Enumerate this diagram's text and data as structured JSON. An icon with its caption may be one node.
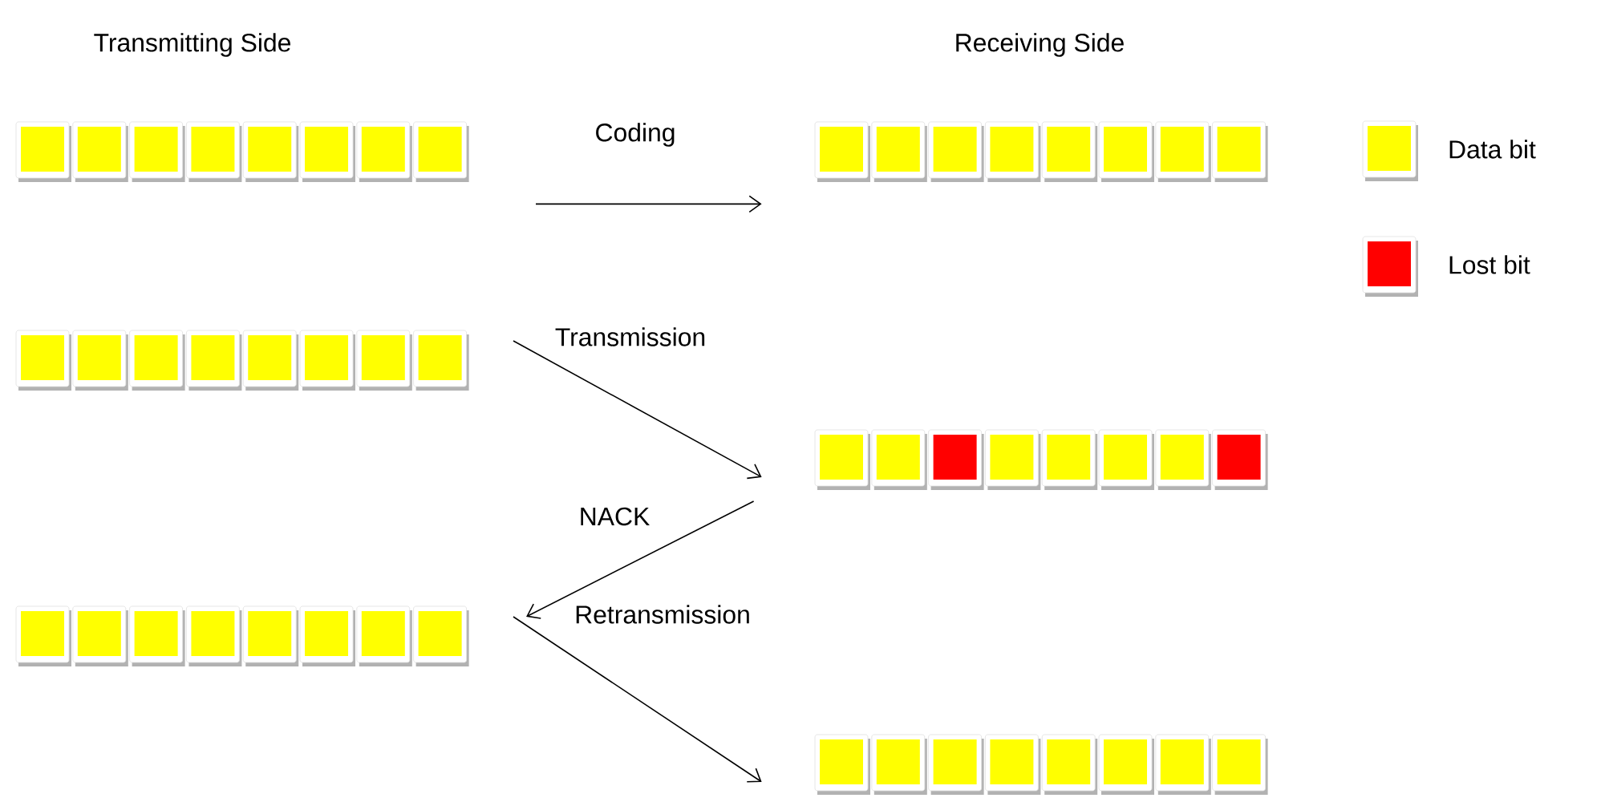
{
  "diagram": {
    "nodes": [
      {
        "text": [],
        "shape": "bar"
      },
      {
        "text": [],
        "shape": "bar"
      },
      {
        "text": [],
        "shape": "bar"
      },
      {
        "text": [],
        "shape": "bar"
      },
      {
        "text": [],
        "shape": "bar"
      },
      {
        "text": [],
        "shape": "bar"
      }
    ],
    "edges": [
      {
        "from": 0,
        "to": 1,
        "arrow": "to",
        "label": "Coding"
      },
      {
        "from": 2,
        "to": 3,
        "arrow": "to",
        "label": "Transmission"
      },
      {
        "from": 3,
        "to": 4,
        "arrow": "to",
        "label": "NACK"
      },
      {
        "from": 4,
        "to": 5,
        "arrow": "to",
        "label": "Retransmission"
      }
    ],
    "labels": [
      "Transmitting Side",
      "Receiving Side"
    ],
    "legend": [
      {
        "text": "Data bit",
        "color": "#ffff00"
      },
      {
        "text": "Lost bit",
        "color": "#ff0000"
      }
    ]
  }
}
